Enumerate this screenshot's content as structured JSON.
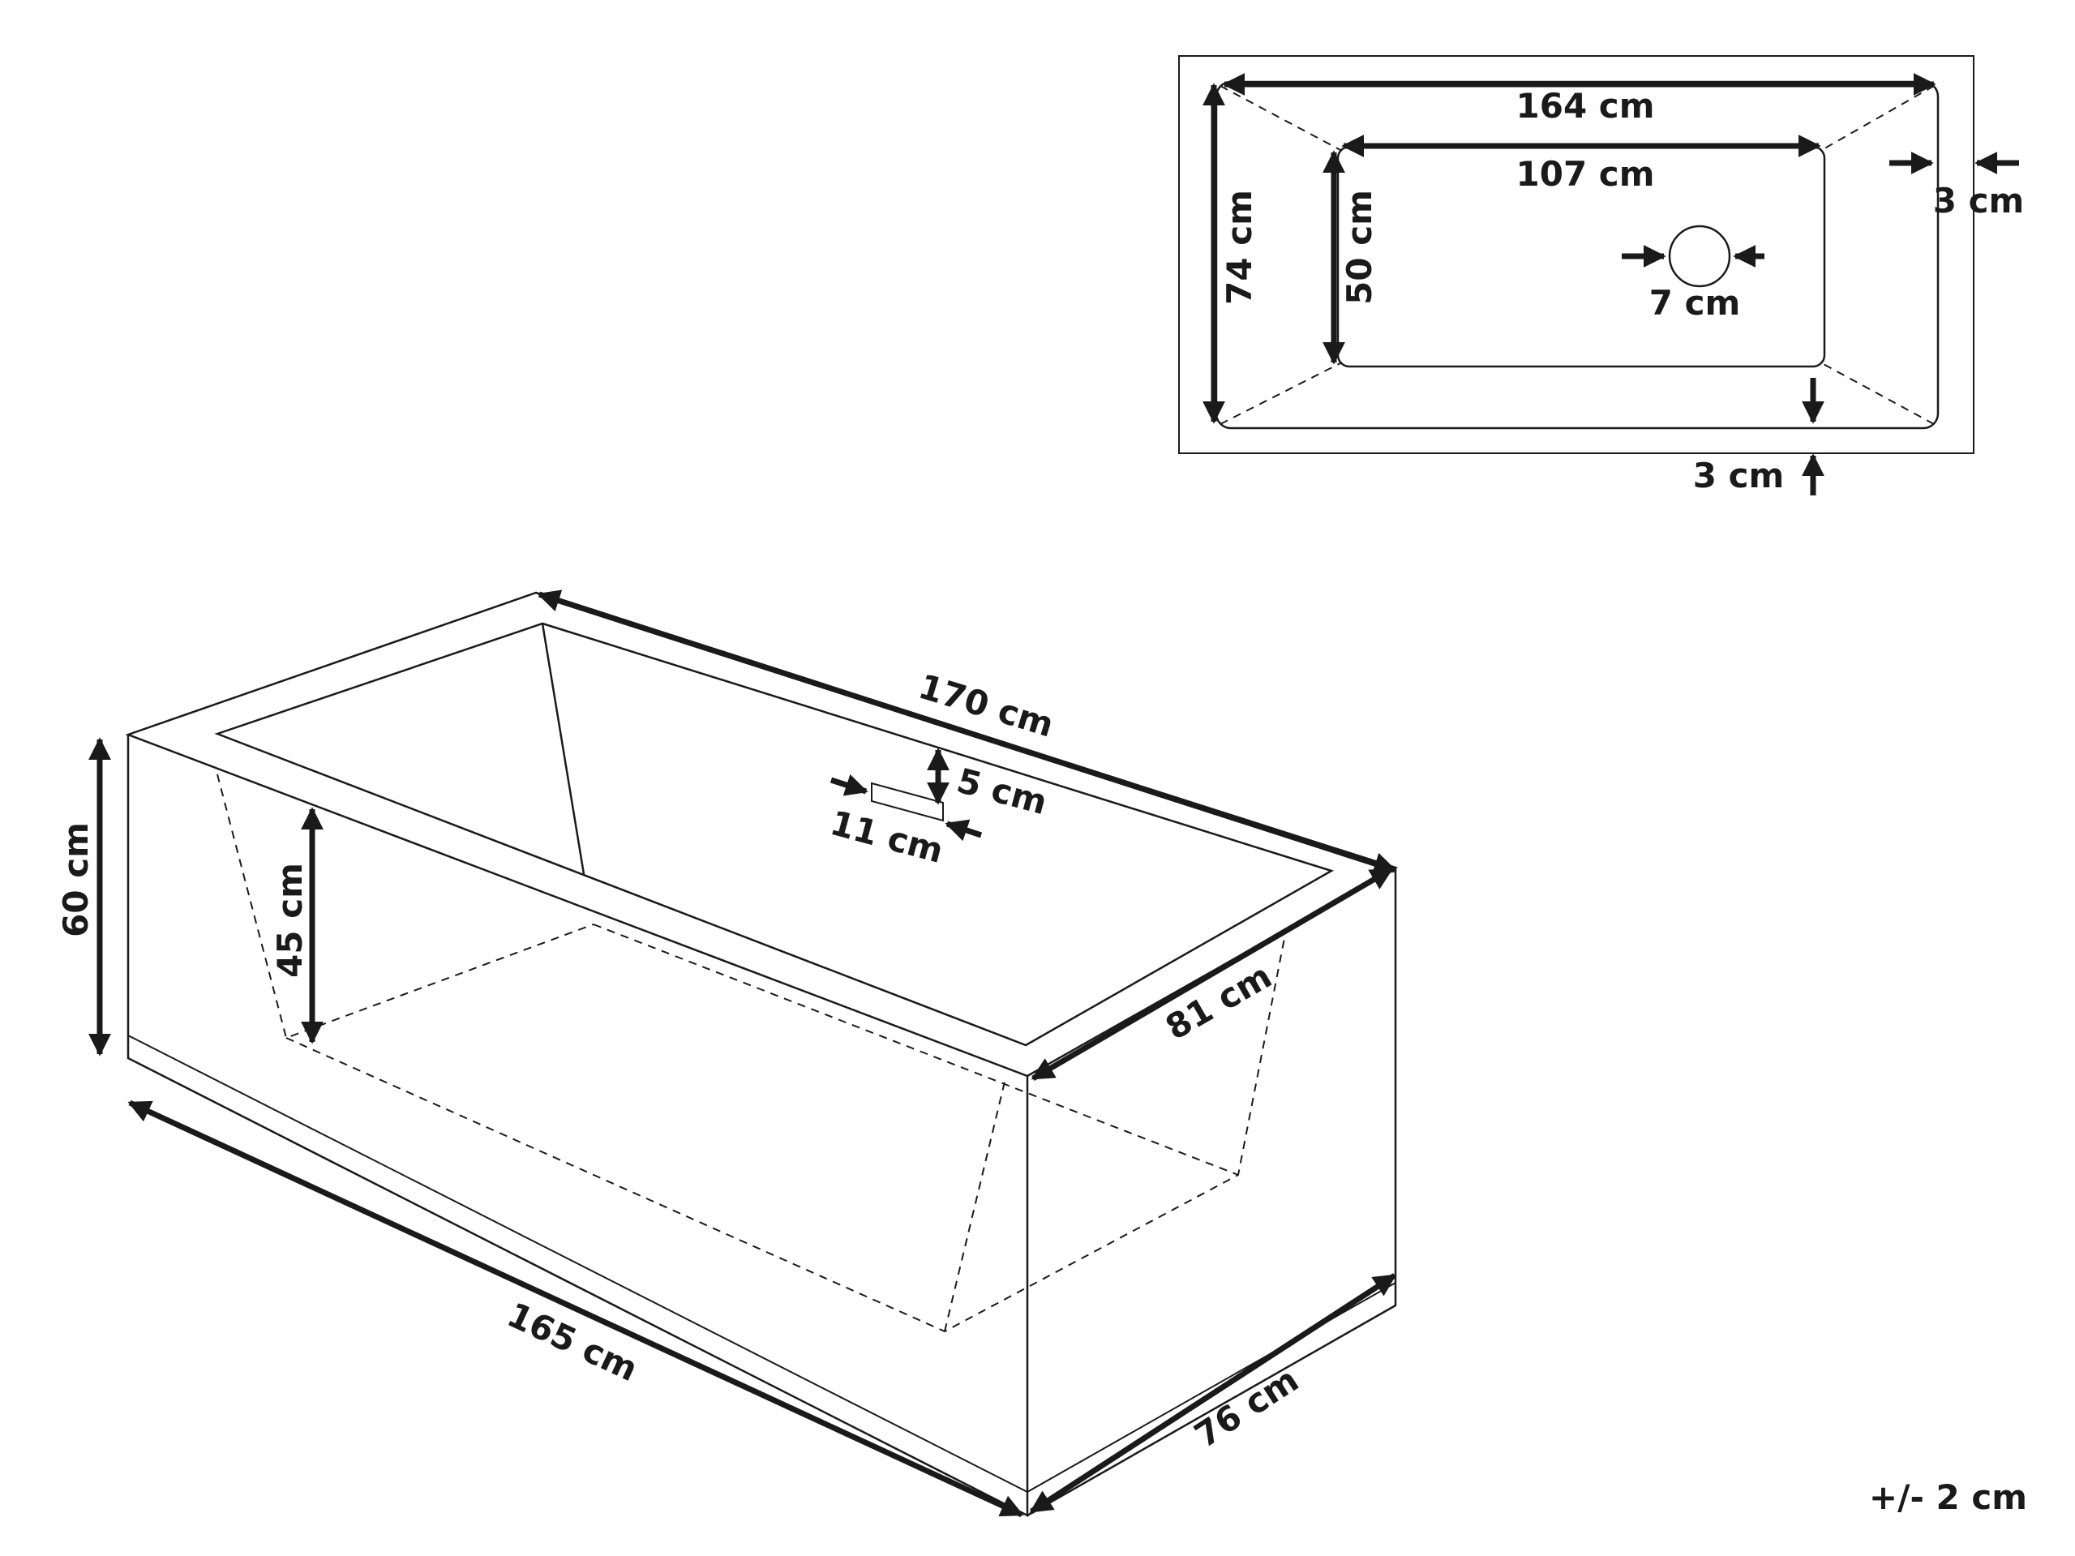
{
  "top_view": {
    "outer_length": "164 cm",
    "inner_length": "107 cm",
    "outer_width": "74 cm",
    "inner_width": "50 cm",
    "drain_diameter": "7 cm",
    "rim_side": "3 cm",
    "rim_bottom": "3 cm"
  },
  "perspective_view": {
    "top_length": "170 cm",
    "top_width": "81 cm",
    "overflow_height": "5 cm",
    "overflow_width": "11 cm",
    "total_height": "60 cm",
    "inner_depth": "45 cm",
    "base_length": "165 cm",
    "base_width": "76 cm"
  },
  "tolerance": "+/- 2 cm"
}
